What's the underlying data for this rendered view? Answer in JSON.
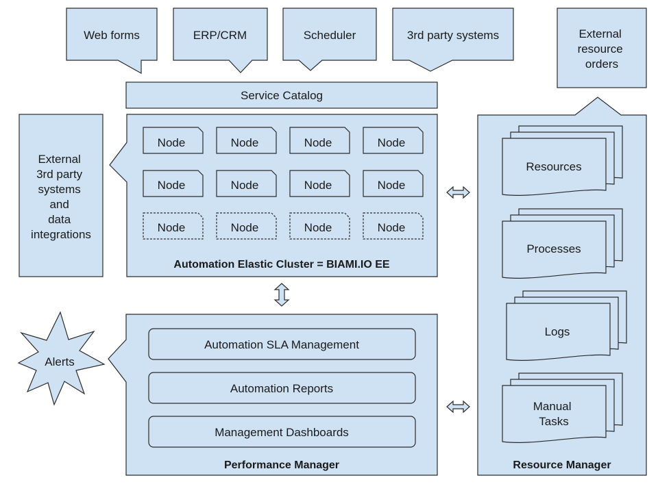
{
  "sources": {
    "web_forms": "Web forms",
    "erp_crm": "ERP/CRM",
    "scheduler": "Scheduler",
    "third_party": "3rd party systems"
  },
  "external_orders": [
    "External",
    "resource",
    "orders"
  ],
  "service_catalog": "Service Catalog",
  "external_integrations": [
    "External",
    "3rd party",
    "systems",
    "and",
    "data",
    "integrations"
  ],
  "cluster": {
    "node_label": "Node",
    "title": "Automation Elastic Cluster = BIAMI.IO EE"
  },
  "alerts": "Alerts",
  "performance": {
    "items": [
      "Automation SLA Management",
      "Automation Reports",
      "Management Dashboards"
    ],
    "title": "Performance Manager"
  },
  "resource_manager": {
    "docs": [
      [
        "Resources"
      ],
      [
        "Processes"
      ],
      [
        "Logs"
      ],
      [
        "Manual",
        "Tasks"
      ]
    ],
    "title": "Resource Manager"
  }
}
